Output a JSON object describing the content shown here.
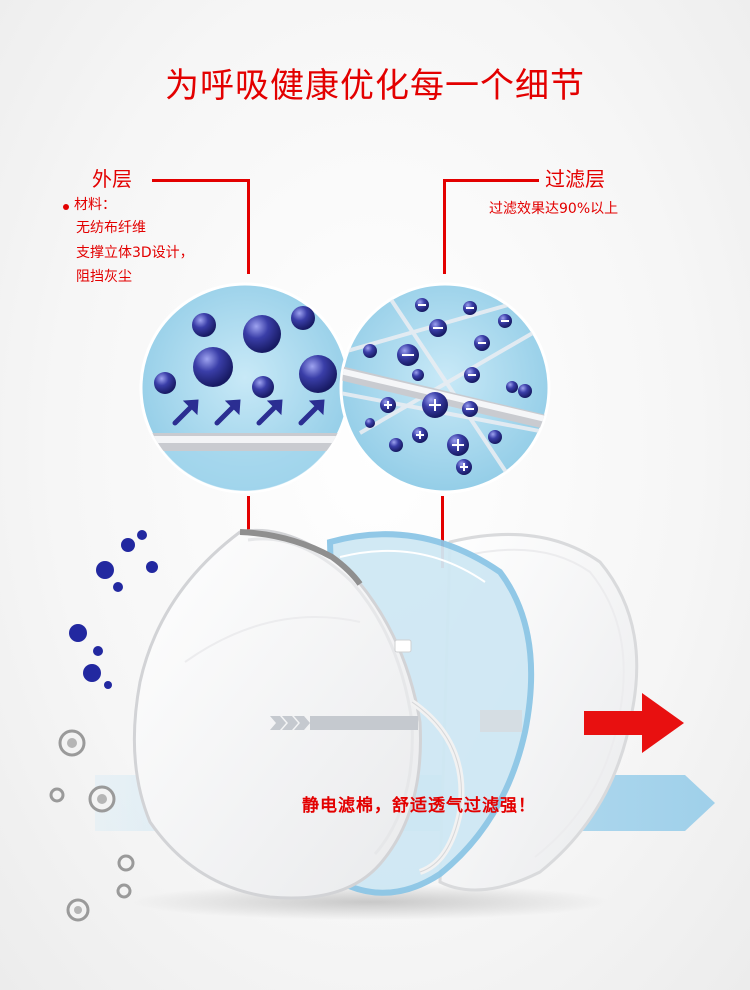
{
  "title": "为呼吸健康优化每一个细节",
  "outer": {
    "label": "外层",
    "details": [
      "材料：",
      "无纺布纤维",
      "支撑立体3D设计，",
      "阻挡灰尘"
    ]
  },
  "filter": {
    "label": "过滤层",
    "detail": "过滤效果达90%以上"
  },
  "banner": "静电滤棉，舒适透气过滤强！",
  "colors": {
    "accent_red": "#e30000",
    "particle_blue": "#2b2e92",
    "circle_bg": "#a9d8ee",
    "banner_blue": "#b8dcef"
  }
}
